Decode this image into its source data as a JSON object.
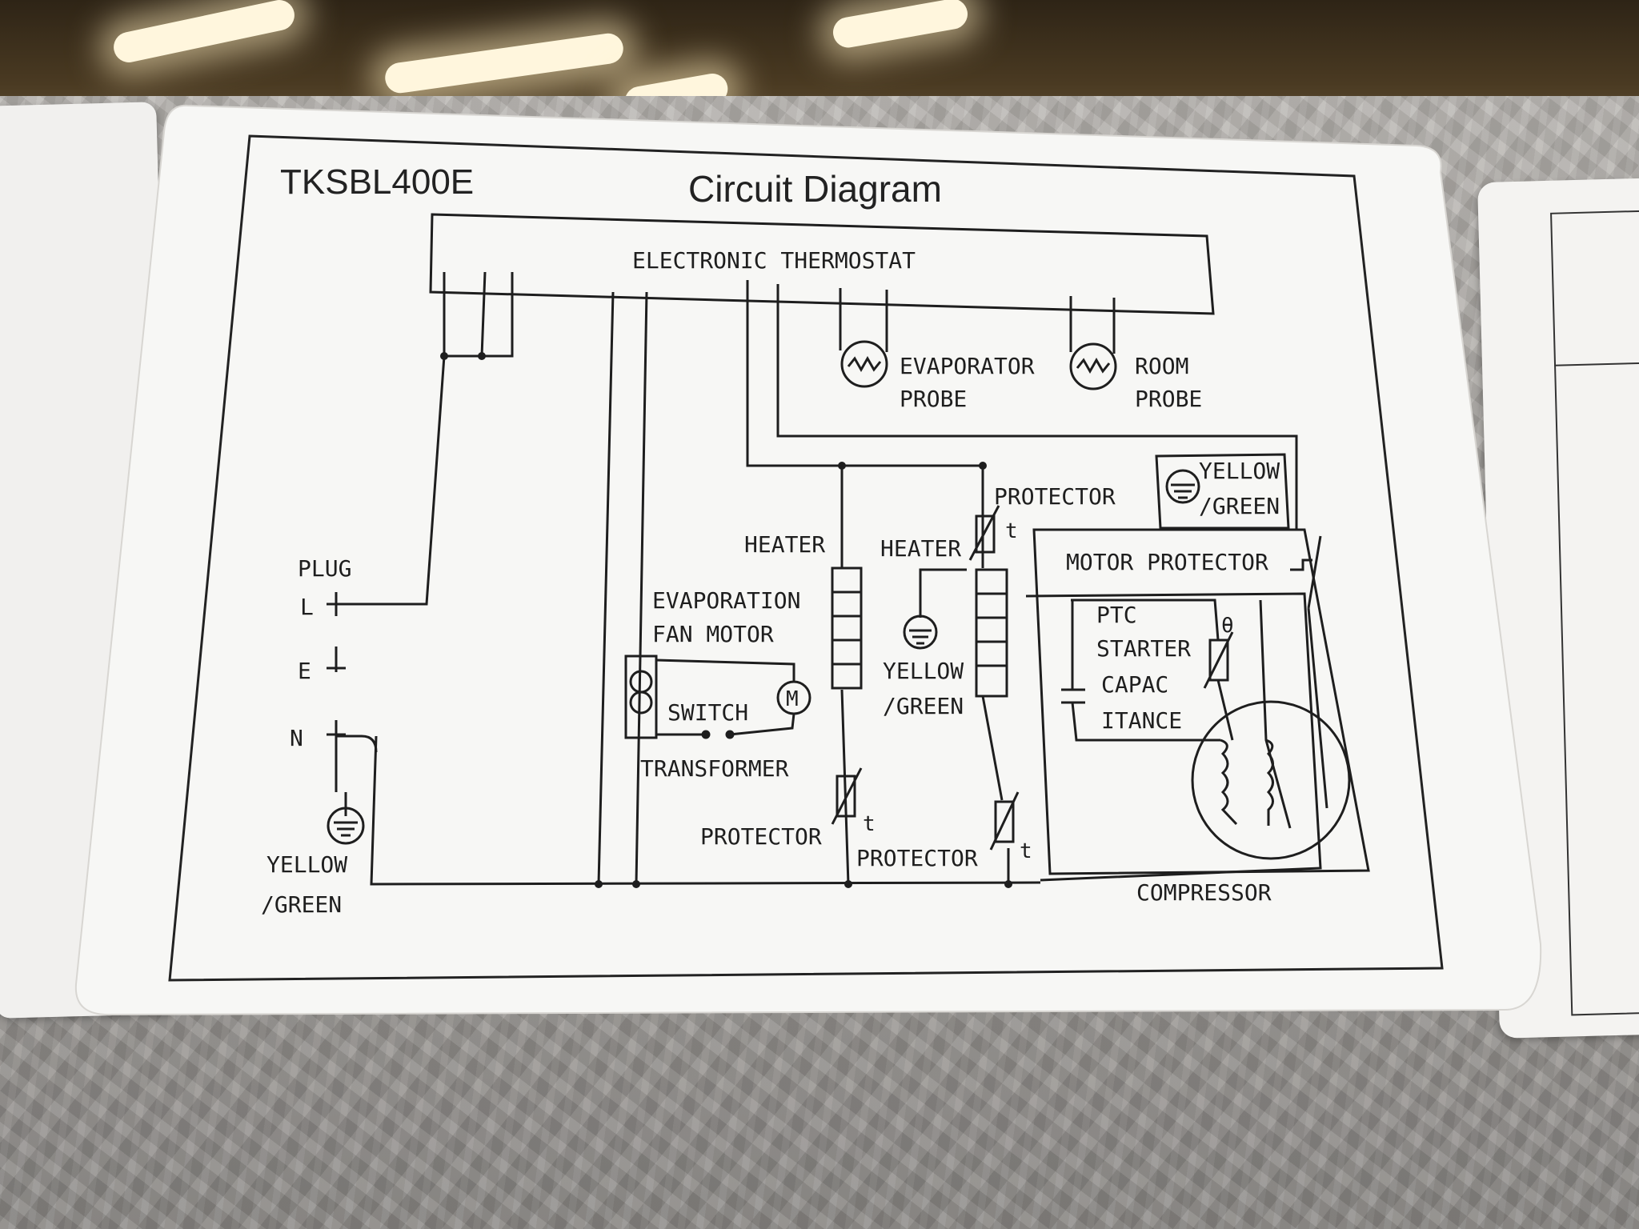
{
  "label": {
    "model": "TKSBL400E",
    "title": "Circuit Diagram"
  },
  "components": {
    "thermostat": "ELECTRONIC THERMOSTAT",
    "evaporator_probe": [
      "EVAPORATOR",
      "PROBE"
    ],
    "room_probe": [
      "ROOM",
      "PROBE"
    ],
    "plug": "PLUG",
    "plug_pins": [
      "L",
      "E",
      "N"
    ],
    "earth_left": [
      "YELLOW",
      "/GREEN"
    ],
    "heater_left": "HEATER",
    "heater_right": "HEATER",
    "evap_fan_motor": [
      "EVAPORATION",
      "FAN MOTOR"
    ],
    "switch": "SWITCH",
    "motor_symbol": "M",
    "transformer": "TRANSFORMER",
    "protector_heater_left": "PROTECTOR",
    "protector_heater_right_bottom": "PROTECTOR",
    "protector_top": "PROTECTOR",
    "earth_middle": [
      "YELLOW",
      "/GREEN"
    ],
    "earth_top_right": [
      "YELLOW",
      "/GREEN"
    ],
    "motor_protector": "MOTOR PROTECTOR",
    "ptc_starter": [
      "PTC",
      "STARTER"
    ],
    "theta_symbol": "θ",
    "capacitance": [
      "CAPAC",
      "ITANCE"
    ],
    "compressor": "COMPRESSOR",
    "temp_symbol": "t"
  }
}
